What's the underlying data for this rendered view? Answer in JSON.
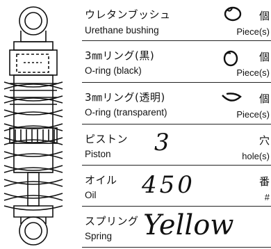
{
  "rows": [
    {
      "jp": "ウレタンブッシュ",
      "en": "Urethane bushing",
      "unit_jp": "個",
      "unit_en": "Piece(s)",
      "icon": "bushing-icon"
    },
    {
      "jp": "3㎜リング(黒)",
      "en": "O-ring (black)",
      "unit_jp": "個",
      "unit_en": "Piece(s)",
      "icon": "o-ring-black-icon"
    },
    {
      "jp": "3㎜リング(透明)",
      "en": "O-ring (transparent)",
      "unit_jp": "個",
      "unit_en": "Piece(s)",
      "icon": "o-ring-transparent-icon"
    },
    {
      "jp": "ピストン",
      "en": "Piston",
      "unit_jp": "穴",
      "unit_en": "hole(s)",
      "value": "3"
    },
    {
      "jp": "オイル",
      "en": "Oil",
      "unit_jp": "番",
      "unit_en": "#",
      "value": "450"
    },
    {
      "jp": "スプリング",
      "en": "Spring",
      "unit_jp": "",
      "unit_en": "",
      "value": "Yellow"
    }
  ]
}
